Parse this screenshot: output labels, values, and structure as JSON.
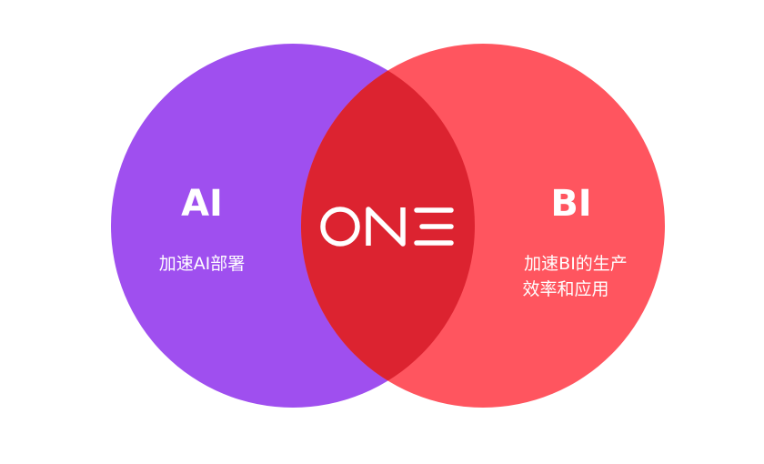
{
  "diagram": {
    "left_circle": {
      "title": "AI",
      "description": "加速AI部署",
      "color": "#9f4fef"
    },
    "right_circle": {
      "title": "BI",
      "description_line1": "加速BI的生产",
      "description_line2": "效率和应用",
      "color": "#ff555f"
    },
    "intersection": {
      "color": "#dc2330"
    },
    "logo": {
      "text": "ONE",
      "color": "#ffffff"
    }
  }
}
